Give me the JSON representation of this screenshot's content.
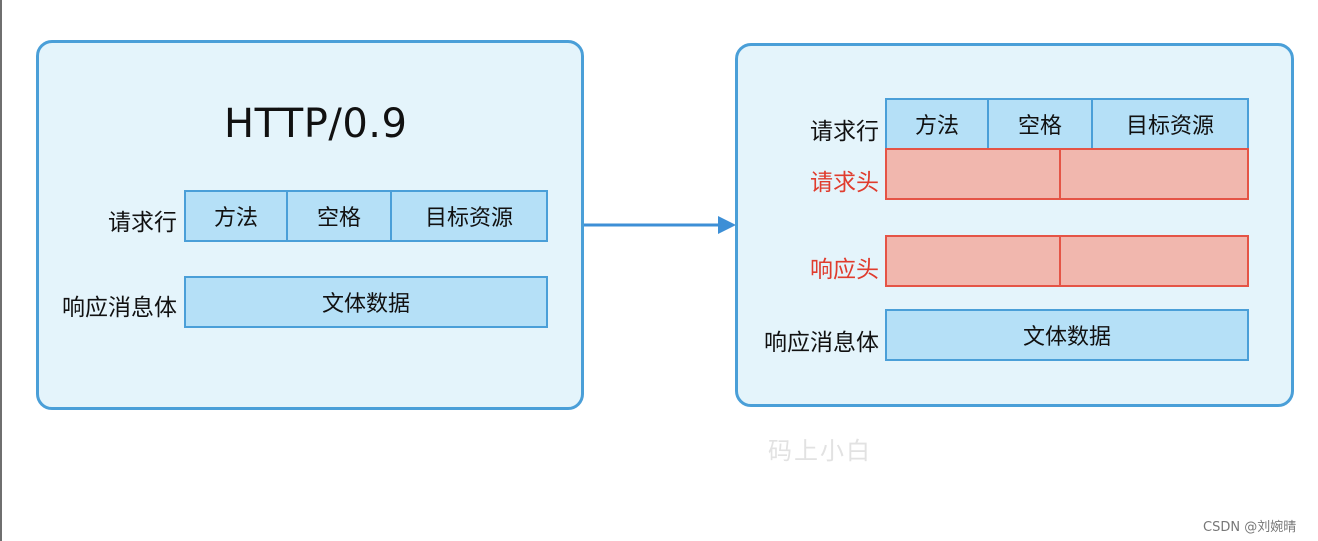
{
  "left": {
    "title": "HTTP/0.9",
    "request_line": {
      "label": "请求行",
      "cells": [
        "方法",
        "空格",
        "目标资源"
      ]
    },
    "response_body": {
      "label": "响应消息体",
      "cells": [
        "文体数据"
      ]
    }
  },
  "right": {
    "request_line": {
      "label": "请求行",
      "cells": [
        "方法",
        "空格",
        "目标资源"
      ]
    },
    "request_headers": {
      "label": "请求头",
      "cells": [
        "",
        ""
      ]
    },
    "response_headers": {
      "label": "响应头",
      "cells": [
        "",
        ""
      ]
    },
    "response_body": {
      "label": "响应消息体",
      "cells": [
        "文体数据"
      ]
    }
  },
  "watermark": "码上小白",
  "credit": "CSDN @刘婉晴",
  "colors": {
    "panel_fill": "#e4f4fb",
    "panel_border": "#4a9fd8",
    "cell_blue": "#b5e0f7",
    "cell_red": "#f1b7ae",
    "cell_red_border": "#e55446",
    "label_red": "#e03c2e",
    "arrow": "#3d8fd6"
  }
}
